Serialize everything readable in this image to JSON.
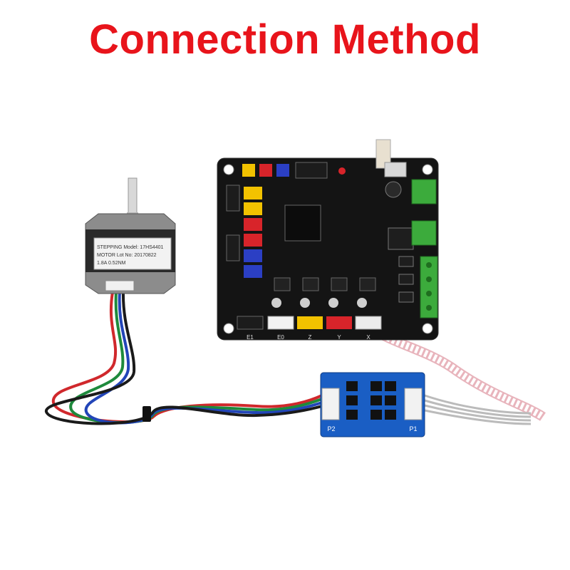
{
  "title": "Connection Method",
  "motor_label": {
    "line1": "STEPPING  Model: 17HS4401",
    "line2": "MOTOR     Lot No: 20170822",
    "line3": "1.8A   0.52NM"
  },
  "board_header_labels": [
    "E1",
    "E0",
    "Z",
    "Y",
    "X"
  ],
  "module_labels": {
    "left_port": "P2",
    "right_port": "P1"
  },
  "colors": {
    "title": "#e8141b",
    "pcb": "#141414",
    "module_pcb": "#1a5ec4",
    "terminal_green": "#3cab3c",
    "wire_red": "#d0282c",
    "wire_green": "#1e8a3c",
    "wire_blue": "#2245b8",
    "wire_black": "#1a1a1a"
  }
}
